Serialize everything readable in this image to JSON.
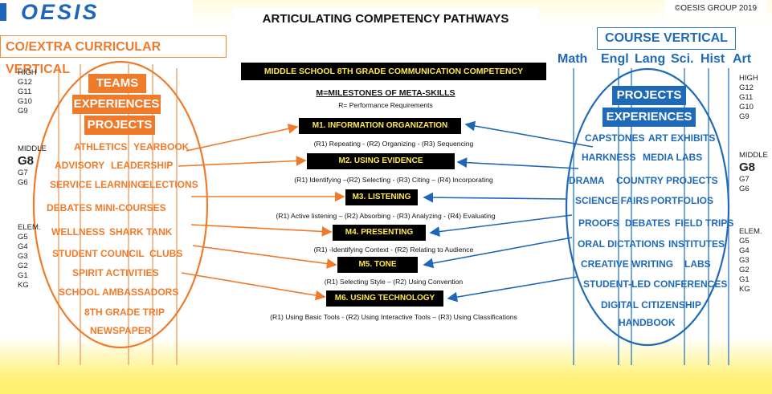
{
  "header": {
    "logo": "OESIS",
    "title": "ARTICULATING COMPETENCY PATHWAYS",
    "copyright": "©OESIS GROUP 2019"
  },
  "left": {
    "title": "CO/EXTRA CURRICULAR VERTICAL",
    "boxes": [
      "TEAMS",
      "EXPERIENCES",
      "PROJECTS"
    ],
    "items": [
      "ATHLETICS",
      "YEARBOOK",
      "ADVISORY",
      "LEADERSHIP",
      "SERVICE LEARNING",
      "ELECTIONS",
      "DEBATES",
      "MINI-COURSES",
      "WELLNESS",
      "SHARK TANK",
      "STUDENT COUNCIL",
      "CLUBS",
      "SPIRIT ACTIVITIES",
      "SCHOOL AMBASSADORS",
      "8TH GRADE TRIP",
      "NEWSPAPER"
    ],
    "grades": {
      "high": "HIGH",
      "high_list": [
        "G12",
        "G11",
        "G10",
        "G9"
      ],
      "middle": "MIDDLE",
      "g8": "G8",
      "middle_list": [
        "G7",
        "G6"
      ],
      "elem": "ELEM.",
      "elem_list": [
        "G5",
        "G4",
        "G3",
        "G2",
        "G1",
        "KG"
      ]
    }
  },
  "right": {
    "title": "COURSE VERTICAL",
    "subjects": [
      "Math",
      "Engl",
      "Lang",
      "Sci.",
      "Hist",
      "Art"
    ],
    "boxes": [
      "PROJECTS",
      "EXPERIENCES"
    ],
    "items": [
      "CAPSTONES",
      "ART EXHIBITS",
      "HARKNESS",
      "MEDIA LABS",
      "DRAMA",
      "COUNTRY PROJECTS",
      "SCIENCE FAIRS",
      "PORTFOLIOS",
      "PROOFS",
      "DEBATES",
      "FIELD TRIPS",
      "ORAL DICTATIONS",
      "INSTITUTES",
      "CREATIVE WRITING",
      "LABS",
      "STUDENT-LED CONFERENCES",
      "DIGITAL CITIZENSHIP",
      "HANDBOOK"
    ],
    "grades": {
      "high": "HIGH",
      "high_list": [
        "G12",
        "G11",
        "G10",
        "G9"
      ],
      "middle": "MIDDLE",
      "g8": "G8",
      "middle_list": [
        "G7",
        "G6"
      ],
      "elem": "ELEM.",
      "elem_list": [
        "G5",
        "G4",
        "G3",
        "G2",
        "G1",
        "KG"
      ]
    }
  },
  "center": {
    "competency": "MIDDLE SCHOOL 8TH GRADE COMMUNICATION COMPETENCY",
    "milestones_title": "M=MILESTONES OF META-SKILLS",
    "requirements_note": "R= Performance Requirements",
    "milestones": [
      {
        "label": "M1. INFORMATION ORGANIZATION",
        "reqs": "(R1) Repeating - (R2) Organizing - (R3) Sequencing"
      },
      {
        "label": "M2. USING EVIDENCE",
        "reqs": "(R1) Identifying –(R2) Selecting - (R3) Citing – (R4) Incorporating"
      },
      {
        "label": "M3. LISTENING",
        "reqs": "(R1) Active listening – (R2) Absorbing  - (R3) Analyzing - (R4) Evaluating"
      },
      {
        "label": "M4. PRESENTING",
        "reqs": "(R1) -Identifying Context - (R2) Relating to Audience"
      },
      {
        "label": "M5. TONE",
        "reqs": "(R1) Selecting Style – (R2) Using Convention"
      },
      {
        "label": "M6. USING TECHNOLOGY",
        "reqs": "(R1) Using Basic Tools - (R2) Using Interactive Tools – (R3) Using Classifications"
      }
    ]
  },
  "colors": {
    "orange": "#ef7b2a",
    "blue": "#1f6ab8",
    "milestone_bg": "#000000",
    "milestone_text": "#ffe94a"
  }
}
